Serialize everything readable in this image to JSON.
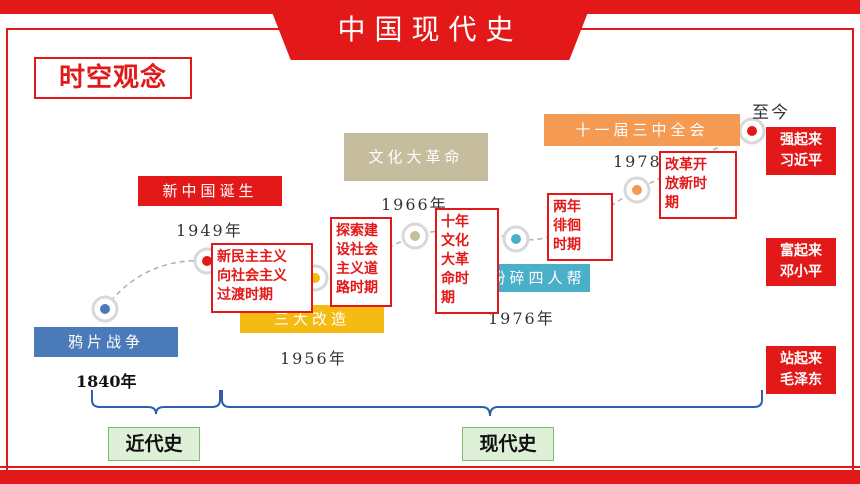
{
  "banner": {
    "title": "中国现代史"
  },
  "concept": {
    "label": "时空观念"
  },
  "events": {
    "opium": "鸦片战争",
    "new_china": "新中国诞生",
    "three_reforms": "三大改造",
    "culture_rev": "文化大革命",
    "gang_of_four": "粉碎四人帮",
    "plenum": "十一届三中全会"
  },
  "years": {
    "y1840": "1840年",
    "y1949": "1949年",
    "y1956": "1956年",
    "y1966": "1966年",
    "y1976": "1976年",
    "y1978": "1978年",
    "now": "至今"
  },
  "periods": {
    "new_democracy": [
      "新民主主义",
      "向社会主义",
      "过渡时期"
    ],
    "exploration": [
      "探索建",
      "设社会",
      "主义道",
      "路时期"
    ],
    "decade": [
      "十年",
      "文化",
      "大革",
      "命时",
      "期"
    ],
    "hesitation": [
      "两年",
      "徘徊",
      "时期"
    ],
    "reform": [
      "改革开",
      "放新时",
      "期"
    ]
  },
  "leaders": {
    "strong": [
      "强起来",
      "习近平"
    ],
    "rich": [
      "富起来",
      "邓小平"
    ],
    "standup": [
      "站起来",
      "毛泽东"
    ]
  },
  "eras": {
    "modern": "近代史",
    "contemporary": "现代史"
  },
  "colors": {
    "accent_red": "#e31818",
    "opium_blue": "#4a7ab8",
    "three_yellow": "#f5bb12",
    "culture_khaki": "#c5bd9d",
    "gang_teal": "#4ab0c8",
    "plenum_orange": "#f49a52"
  }
}
